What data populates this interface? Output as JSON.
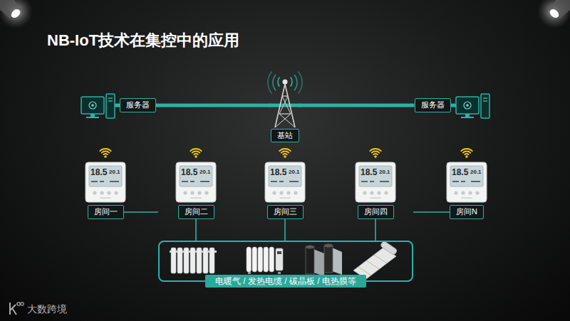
{
  "diagram": {
    "title": "NB-IoT技术在集控中的应用",
    "nodes": [
      {
        "text": [
          "服务器"
        ]
      },
      {
        "text": [
          "基站"
        ]
      },
      {
        "text": [
          "服务器"
        ]
      },
      {
        "text": [
          "房间一"
        ]
      },
      {
        "text": [
          "房间二"
        ]
      },
      {
        "text": [
          "房间三"
        ]
      },
      {
        "text": [
          "房间四"
        ]
      },
      {
        "text": [
          "房间N"
        ]
      },
      {
        "text": [
          "电暖气 / 发热电缆 / 碳晶板 / 电热膜等"
        ]
      }
    ],
    "edges": [
      {
        "from": 0,
        "to": 1,
        "arrow": "none"
      },
      {
        "from": 1,
        "to": 2,
        "arrow": "none"
      },
      {
        "from": 3,
        "to": 8,
        "arrow": "none"
      },
      {
        "from": 4,
        "to": 8,
        "arrow": "none"
      },
      {
        "from": 5,
        "to": 8,
        "arrow": "none"
      },
      {
        "from": 6,
        "to": 8,
        "arrow": "none"
      },
      {
        "from": 7,
        "to": 8,
        "arrow": "none"
      }
    ],
    "labels": [
      "18.5",
      "20.1",
      "18.5",
      "20.1",
      "18.5",
      "20.1",
      "18.5",
      "20.1",
      "18.5",
      "20.1",
      "大数跨境"
    ]
  }
}
